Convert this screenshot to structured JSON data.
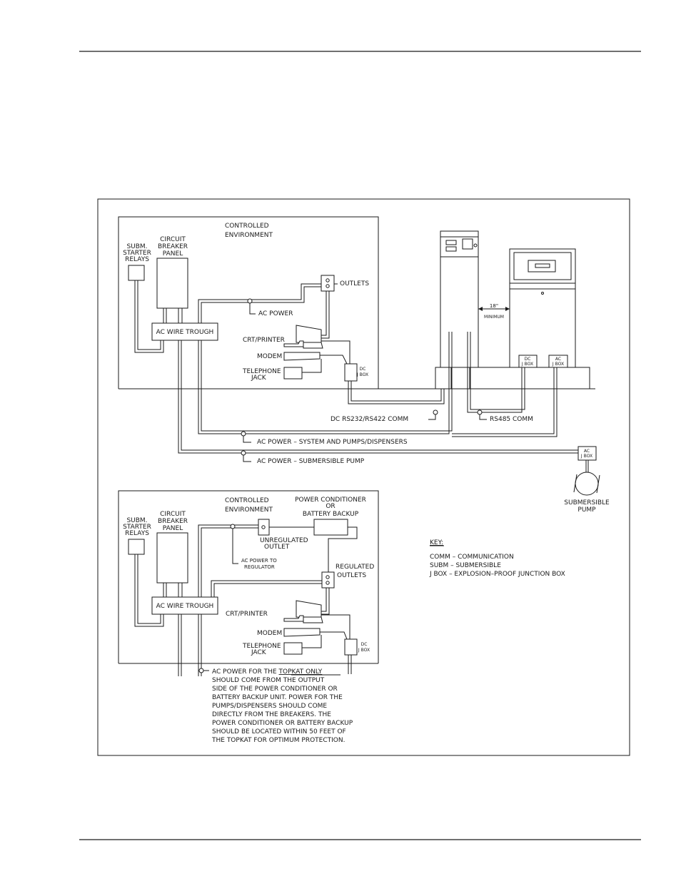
{
  "top": {
    "room_title": [
      "CONTROLLED",
      "ENVIRONMENT"
    ],
    "subm_starter": [
      "SUBM.",
      "STARTER",
      "RELAYS"
    ],
    "breaker": [
      "CIRCUIT",
      "BREAKER",
      "PANEL"
    ],
    "wire_trough": "AC WIRE TROUGH",
    "outlets": "OUTLETS",
    "ac_power": "AC POWER",
    "crt": "CRT/PRINTER",
    "modem": "MODEM",
    "telephone": [
      "TELEPHONE",
      "JACK"
    ],
    "dc_jbox": [
      "DC",
      "J BOX"
    ],
    "clearance": [
      "18\"",
      "MINIMUM"
    ],
    "ac_jbox": [
      "AC",
      "J BOX"
    ],
    "comm_dc": "DC RS232/RS422 COMM",
    "comm_rs485": "RS485 COMM",
    "power_system": "AC POWER  –  SYSTEM AND PUMPS/DISPENSERS",
    "power_sub": "AC POWER  –  SUBMERSIBLE PUMP",
    "sub_pump": [
      "SUBMERSIBLE",
      "PUMP"
    ]
  },
  "bottom": {
    "room_title": [
      "CONTROLLED",
      "ENVIRONMENT"
    ],
    "subm_starter": [
      "SUBM.",
      "STARTER",
      "RELAYS"
    ],
    "breaker": [
      "CIRCUIT",
      "BREAKER",
      "PANEL"
    ],
    "conditioner": [
      "POWER CONDITIONER",
      "OR",
      "BATTERY BACKUP"
    ],
    "unregulated": [
      "UNREGULATED",
      "OUTLET"
    ],
    "ac_to_reg": [
      "AC POWER TO",
      "REGULATOR"
    ],
    "regulated": [
      "REGULATED",
      "OUTLETS"
    ],
    "wire_trough": "AC WIRE TROUGH",
    "crt": "CRT/PRINTER",
    "modem": "MODEM",
    "telephone": [
      "TELEPHONE",
      "JACK"
    ],
    "dc_jbox": [
      "DC",
      "J BOX"
    ],
    "note_prefix": "AC POWER FOR THE ",
    "note_underline": "TOPKAT ONLY",
    "note_lines": [
      "SHOULD COME FROM THE OUTPUT",
      "SIDE OF THE POWER CONDITIONER OR",
      "BATTERY BACKUP UNIT.  POWER FOR THE",
      "PUMPS/DISPENSERS SHOULD COME",
      "DIRECTLY FROM THE BREAKERS.  THE",
      "POWER CONDITIONER OR BATTERY BACKUP",
      "SHOULD BE LOCATED WITHIN 50 FEET OF",
      "THE TOPKAT FOR OPTIMUM PROTECTION."
    ]
  },
  "key": {
    "title": "KEY:",
    "items": [
      "COMM  –  COMMUNICATION",
      "SUBM  –  SUBMERSIBLE",
      "J BOX  –  EXPLOSION–PROOF JUNCTION BOX"
    ]
  },
  "colors": {
    "ink": "#1a1a1a",
    "paper": "#ffffff"
  }
}
